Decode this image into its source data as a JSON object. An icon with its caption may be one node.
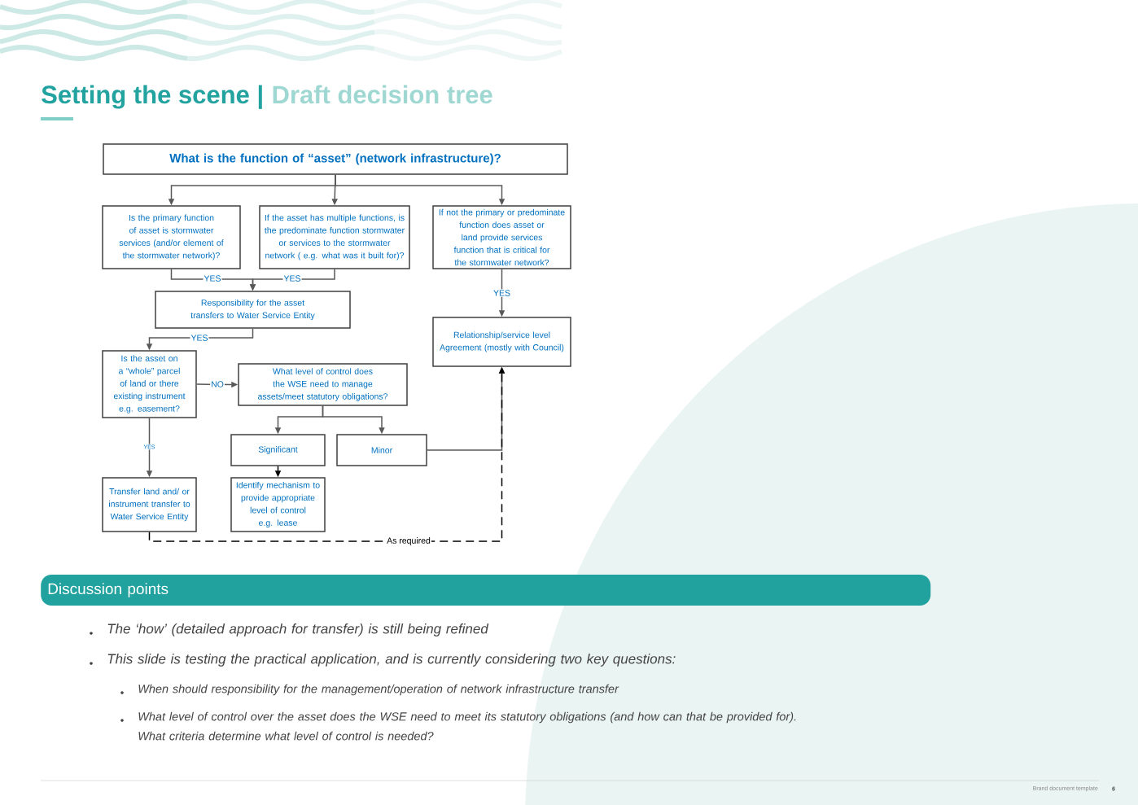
{
  "diagram": {
    "title": "Setting the scene |",
    "nodes": [
      {
        "text": [
          "What is the function of “asset” (network infrastructure)?"
        ]
      },
      {
        "text": [
          "Is the primary function of asset is stormwater services (and/or element of the stormwater network)?"
        ]
      },
      {
        "text": [
          "If the asset has multiple functions, is the predominate function stormwater or services to the stormwater network ( e.g. what was it built for)?"
        ]
      },
      {
        "text": [
          "If not the primary or predominate function does asset or land provide services function that is critical for the stormwater network?"
        ]
      },
      {
        "text": [
          "Responsibility for the asset transfers to Water Service Entity"
        ]
      },
      {
        "text": [
          "Relationship/service level Agreement (mostly with Council)"
        ]
      },
      {
        "text": [
          "Is the asset on a “whole” parcel of land or there existing instrument e.g. easement?"
        ]
      },
      {
        "text": [
          "What level of control does the WSE need to manage assets/meet statutory obligations?"
        ]
      },
      {
        "text": [
          "Significant"
        ]
      },
      {
        "text": [
          "Minor"
        ]
      },
      {
        "text": [
          "Transfer land and/ or instrument transfer to Water Service Entity"
        ]
      },
      {
        "text": [
          "Identify mechanism to provide appropriate level of control e.g. lease"
        ]
      },
      {
        "text": [
          "Discussion points"
        ]
      }
    ],
    "edges": [
      {
        "from": 0,
        "to": 1,
        "arrow": "to"
      },
      {
        "from": 0,
        "to": 2,
        "arrow": "to"
      },
      {
        "from": 0,
        "to": 3,
        "arrow": "to"
      },
      {
        "from": 1,
        "to": 4,
        "arrow": "to",
        "label": "YES"
      },
      {
        "from": 2,
        "to": 4,
        "arrow": "to",
        "label": "YES"
      },
      {
        "from": 3,
        "to": 5,
        "arrow": "to",
        "label": "YES"
      },
      {
        "from": 4,
        "to": 6,
        "arrow": "to",
        "label": "YES"
      },
      {
        "from": 6,
        "to": 7,
        "arrow": "to",
        "label": "NO"
      },
      {
        "from": 6,
        "to": 10,
        "arrow": "to",
        "label": "YES"
      },
      {
        "from": 7,
        "to": 8,
        "arrow": "to"
      },
      {
        "from": 7,
        "to": 9,
        "arrow": "to"
      },
      {
        "from": 8,
        "to": 11,
        "arrow": "to",
        "color": "#000000"
      },
      {
        "from": 9,
        "to": 5,
        "arrow": "to"
      },
      {
        "from": 10,
        "to": 5,
        "arrow": "to",
        "label": "As required",
        "style": "dashed",
        "color": "#000000"
      }
    ],
    "labels": [
      "Draft decision tree",
      "The ‘how’ (detailed approach for transfer) is still being refined",
      "This slide is testing the practical application, and is currently considering two key questions:",
      "When should responsibility for the management/operation of network infrastructure transfer",
      "What level of control over the asset does the WSE need to meet its statutory obligations (and how can that be provided for). What criteria determine what level of control is needed?",
      "Brand document template",
      "6"
    ]
  }
}
